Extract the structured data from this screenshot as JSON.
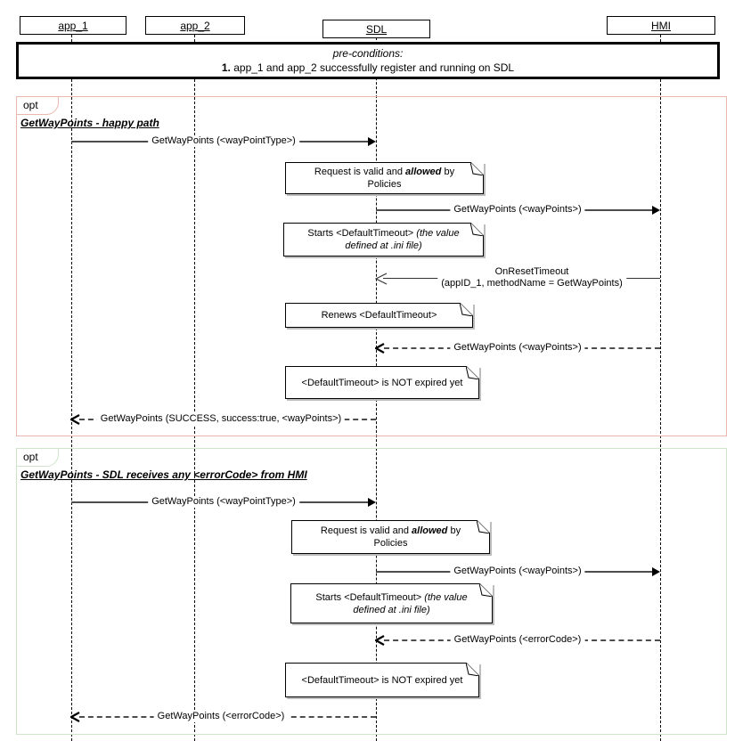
{
  "diagram": {
    "lifelines": [
      {
        "label": "app_1"
      },
      {
        "label": "app_2"
      },
      {
        "label": "SDL"
      },
      {
        "label": "HMI"
      }
    ],
    "preconditions": {
      "title": "pre-conditions:",
      "item_number": "1.",
      "item_text": " app_1 and app_2 successfully register and running on SDL"
    },
    "opt1": {
      "operator": "opt",
      "title": "GetWayPoints - happy path",
      "messages": {
        "m1": "GetWayPoints (<wayPointType>)",
        "m2": "GetWayPoints (<wayPoints>)",
        "m3_line1": "OnResetTimeout",
        "m3_line2": "(appID_1, methodName = GetWayPoints)",
        "m4": "GetWayPoints (<wayPoints>)",
        "m5": "GetWayPoints (SUCCESS, success:true, <wayPoints>)"
      },
      "notes": {
        "n1": {
          "p1": "Request is valid and ",
          "p2": "allowed",
          "p3": " by Policies"
        },
        "n2": {
          "p1": "Starts <DefaultTimeout> ",
          "p2": "(the value defined at .ini file)"
        },
        "n3": "Renews <DefaultTimeout>",
        "n4": "<DefaultTimeout> is NOT expired yet"
      }
    },
    "opt2": {
      "operator": "opt",
      "title": "GetWayPoints - SDL receives any <errorCode> from HMI",
      "messages": {
        "m1": "GetWayPoints (<wayPointType>)",
        "m2": "GetWayPoints (<wayPoints>)",
        "m3": "GetWayPoints (<errorCode>)",
        "m4": "GetWayPoints (<errorCode>)"
      },
      "notes": {
        "n1": {
          "p1": "Request is valid and ",
          "p2": "allowed",
          "p3": " by Policies"
        },
        "n2": {
          "p1": "Starts <DefaultTimeout> ",
          "p2": "(the value defined at .ini file)"
        },
        "n3": "<DefaultTimeout> is NOT expired yet"
      }
    },
    "colors": {
      "opt1_border": "#e9b8ad",
      "opt2_border": "#cfe3cb",
      "message_line": "#4d4d4d",
      "text": "#000000",
      "note_fill": "#ffffff"
    }
  }
}
